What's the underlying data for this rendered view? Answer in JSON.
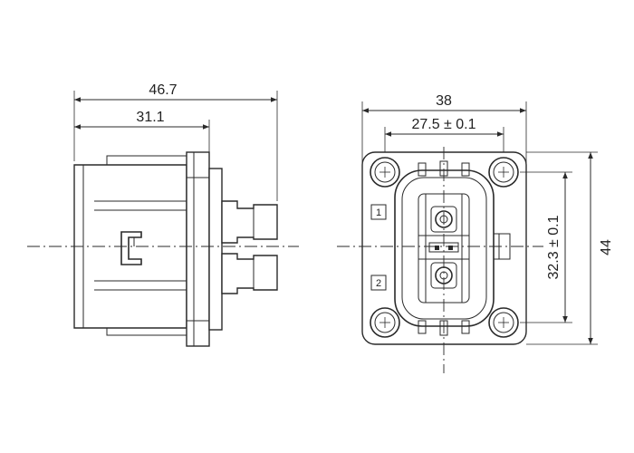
{
  "side_view": {
    "dim_overall": "46.7",
    "dim_body": "31.1"
  },
  "front_view": {
    "dim_width": "38",
    "dim_hole_spacing_x": "27.5 ± 0.1",
    "dim_hole_spacing_y": "32.3 ± 0.1",
    "dim_height": "44",
    "pin_label_1": "1",
    "pin_label_2": "2"
  },
  "colors": {
    "line": "#2a2a2a",
    "background": "#ffffff"
  }
}
